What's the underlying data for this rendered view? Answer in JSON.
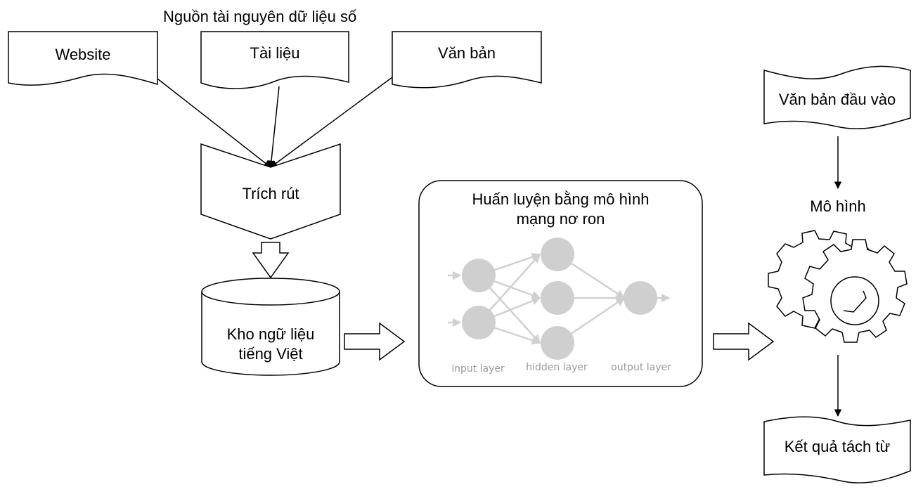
{
  "title": "Nguồn tài nguyên dữ liệu số",
  "sources": [
    "Website",
    "Tài liệu",
    "Văn bản"
  ],
  "extract_label": "Trích rút",
  "corpus_label_lines": [
    "Kho ngữ liệu",
    "tiếng Việt"
  ],
  "training": {
    "title_lines": [
      "Huấn luyện bằng mô hình",
      "mạng nơ ron"
    ],
    "layers": [
      "input layer",
      "hidden layer",
      "output layer"
    ]
  },
  "input_text": "Văn bản đầu vào",
  "model_label": "Mô hình",
  "output_text": "Kết quả tách từ"
}
